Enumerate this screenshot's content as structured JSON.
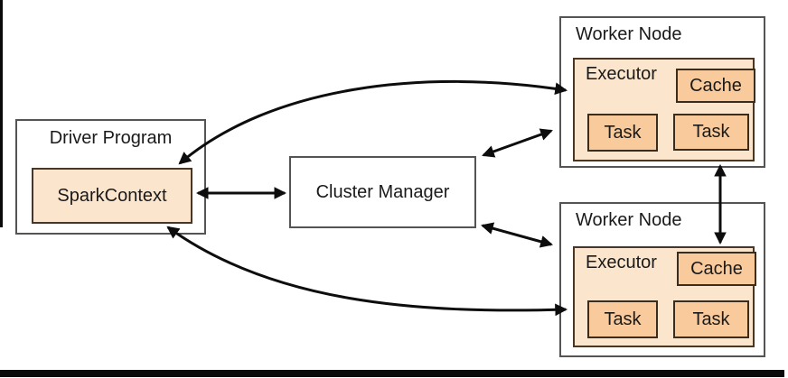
{
  "colors": {
    "peach_light": "#fce5cd",
    "peach_medium": "#f9cb9c",
    "border_gray": "#545454",
    "border_brown": "#4a3626",
    "border_brown2": "#3a2d1e",
    "arrow": "#0d0d0d",
    "text": "#1a1a1a",
    "bar": "#0a0a0a"
  },
  "nodes": {
    "driver": {
      "title": "Driver Program",
      "spark_context": "SparkContext"
    },
    "cluster_manager": {
      "title": "Cluster Manager"
    },
    "worker1": {
      "title": "Worker Node",
      "executor": "Executor",
      "cache": "Cache",
      "task1": "Task",
      "task2": "Task"
    },
    "worker2": {
      "title": "Worker Node",
      "executor": "Executor",
      "cache": "Cache",
      "task1": "Task",
      "task2": "Task"
    }
  }
}
